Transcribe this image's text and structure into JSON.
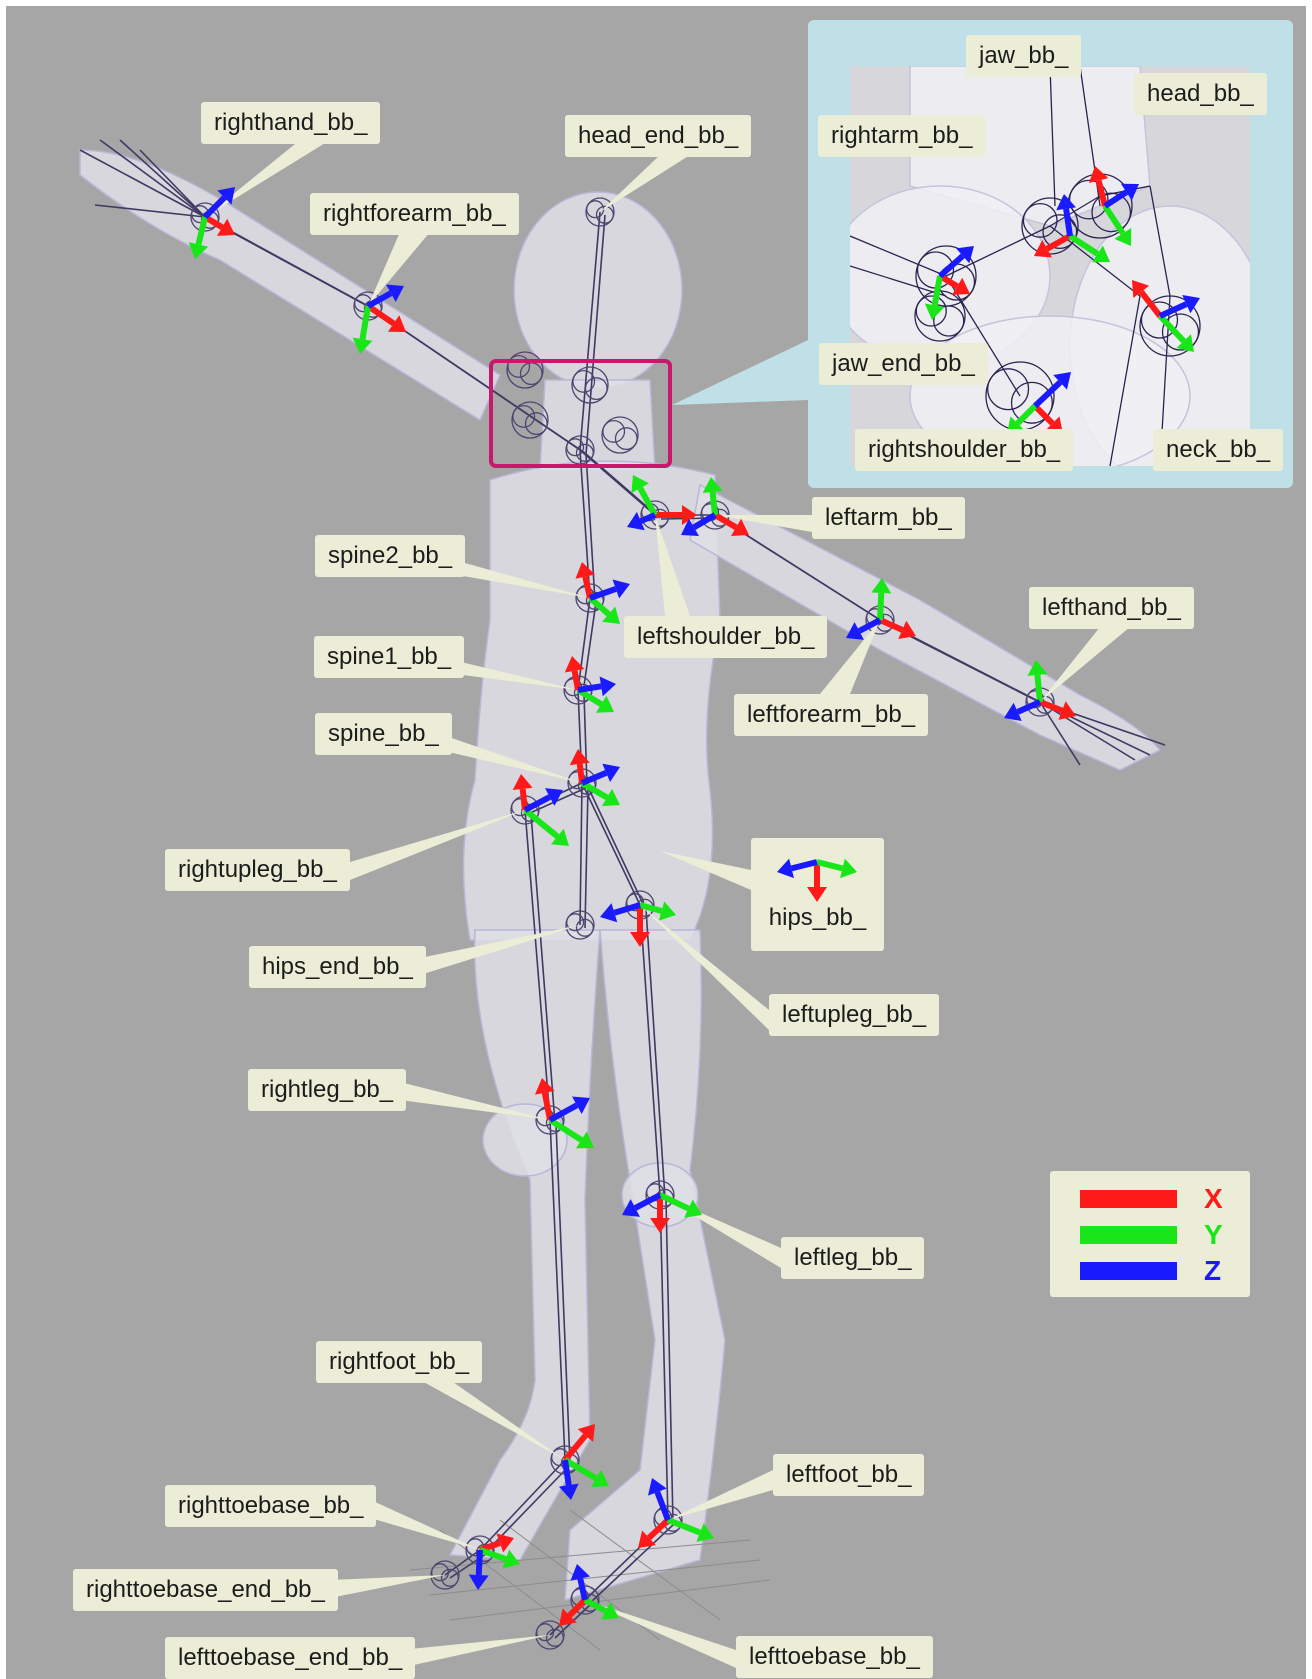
{
  "labels": {
    "righthand": "righthand_bb_",
    "head_end": "head_end_bb_",
    "rightforearm": "rightforearm_bb_",
    "leftarm": "leftarm_bb_",
    "spine2": "spine2_bb_",
    "leftshoulder": "leftshoulder_bb_",
    "lefthand": "lefthand_bb_",
    "spine1": "spine1_bb_",
    "leftforearm": "leftforearm_bb_",
    "spine": "spine_bb_",
    "rightupleg": "rightupleg_bb_",
    "hips": "hips_bb_",
    "hips_end": "hips_end_bb_",
    "leftupleg": "leftupleg_bb_",
    "rightleg": "rightleg_bb_",
    "leftleg": "leftleg_bb_",
    "rightfoot": "rightfoot_bb_",
    "leftfoot": "leftfoot_bb_",
    "righttoebase": "righttoebase_bb_",
    "righttoebase_end": "righttoebase_end_bb_",
    "lefttoebase_end": "lefttoebase_end_bb_",
    "lefttoebase": "lefttoebase_bb_"
  },
  "inset_labels": {
    "jaw": "jaw_bb_",
    "head": "head_bb_",
    "rightarm": "rightarm_bb_",
    "jaw_end": "jaw_end_bb_",
    "rightshoulder": "rightshoulder_bb_",
    "neck": "neck_bb_"
  },
  "legend": [
    {
      "axis": "X",
      "color": "#ff1a1a"
    },
    {
      "axis": "Y",
      "color": "#19e619"
    },
    {
      "axis": "Z",
      "color": "#1a1aff"
    }
  ],
  "colors": {
    "background": "#a6a6a6",
    "label_bg": "#ecedd6",
    "inset_bg": "#bfe0e6",
    "callout_border": "#c8186b",
    "x_axis": "#ff1a1a",
    "y_axis": "#19e619",
    "z_axis": "#1a1aff"
  }
}
